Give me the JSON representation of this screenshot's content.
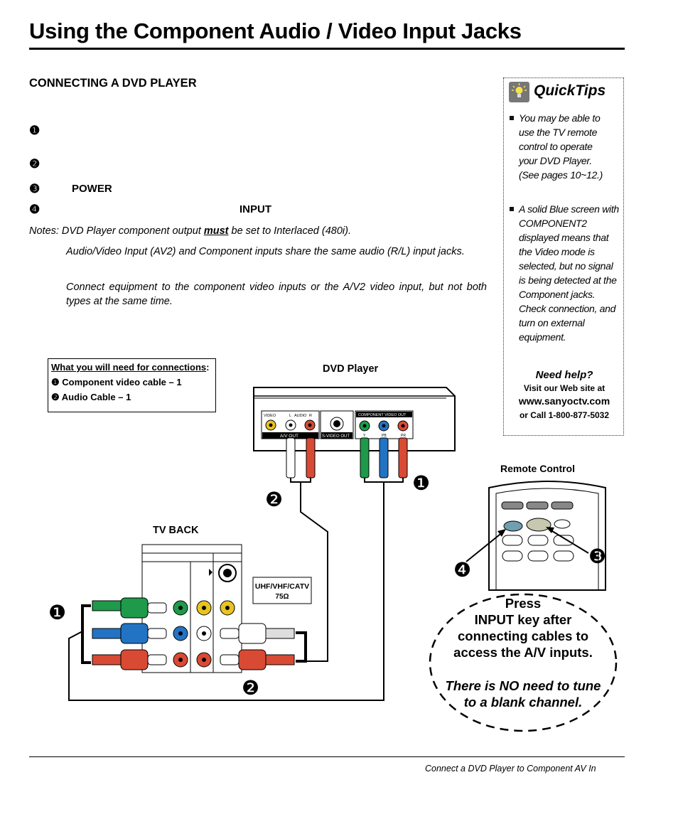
{
  "page": {
    "title": "Using the Component Audio / Video Input Jacks",
    "section_heading": "CONNECTING A DVD PLAYER",
    "footer": "Connect a DVD Player to Component AV In"
  },
  "steps": [
    {
      "num": "❶",
      "keyword": ""
    },
    {
      "num": "❷",
      "keyword": ""
    },
    {
      "num": "❸",
      "keyword": "POWER"
    },
    {
      "num": "❹",
      "keyword": "INPUT"
    }
  ],
  "notes": {
    "line1_prefix": "Notes: DVD Player component output ",
    "line1_must": "must",
    "line1_suffix": " be set to Interlaced (480i).",
    "line2": "Audio/Video Input (AV2) and Component inputs share the same audio (R/L) input jacks.",
    "line3": "Connect equipment to the component video inputs or the A/V2 video input, but not both types at the same time."
  },
  "quicktips": {
    "title": "QuickTips",
    "items": [
      "You may be able to use the TV remote control to operate your DVD Player. (See pages 10~12.)",
      "A solid Blue screen with COMPONENT2 displayed means that the Video mode is selected, but no signal is being detected at the Component jacks. Check connection, and turn on external equipment."
    ],
    "need_help": "Need help?",
    "visit": "Visit our Web site at",
    "website": "www.sanyoctv.com",
    "call": "or Call 1-800-877-5032"
  },
  "needs": {
    "title": "What you will need for connections",
    "colon": ":",
    "items": [
      {
        "num": "❶",
        "text": "Component video cable – 1"
      },
      {
        "num": "❷",
        "text": "Audio Cable – 1"
      }
    ]
  },
  "diagram": {
    "dvd_label": "DVD Player",
    "tv_back_label": "TV BACK",
    "remote_label": "Remote Control",
    "dvd_jacks": {
      "video": "VIDEO",
      "audio_l": "L",
      "audio": "AUDIO",
      "audio_r": "R",
      "av_out": "A/V  OUT",
      "svideo_out": "S-VIDEO OUT",
      "component_out": "COMPONENT  VIDEO  OUT",
      "y": "Y",
      "pb": "PB",
      "pr": "PR"
    },
    "antenna_line1": "UHF/VHF/CATV",
    "antenna_line2": "75Ω",
    "markers": {
      "one": "❶",
      "two": "❷",
      "three": "❸",
      "four": "❹"
    },
    "callout": {
      "line1": "Press",
      "line2": "INPUT key after",
      "line3": "connecting cables to",
      "line4": "access the A/V inputs.",
      "line5": "There is NO need to tune",
      "line6": "to a blank channel."
    }
  },
  "colors": {
    "green": "#1e9a4a",
    "blue": "#2373c4",
    "red": "#d94a35",
    "yellow": "#e9c320",
    "callout_border": "#000000"
  }
}
